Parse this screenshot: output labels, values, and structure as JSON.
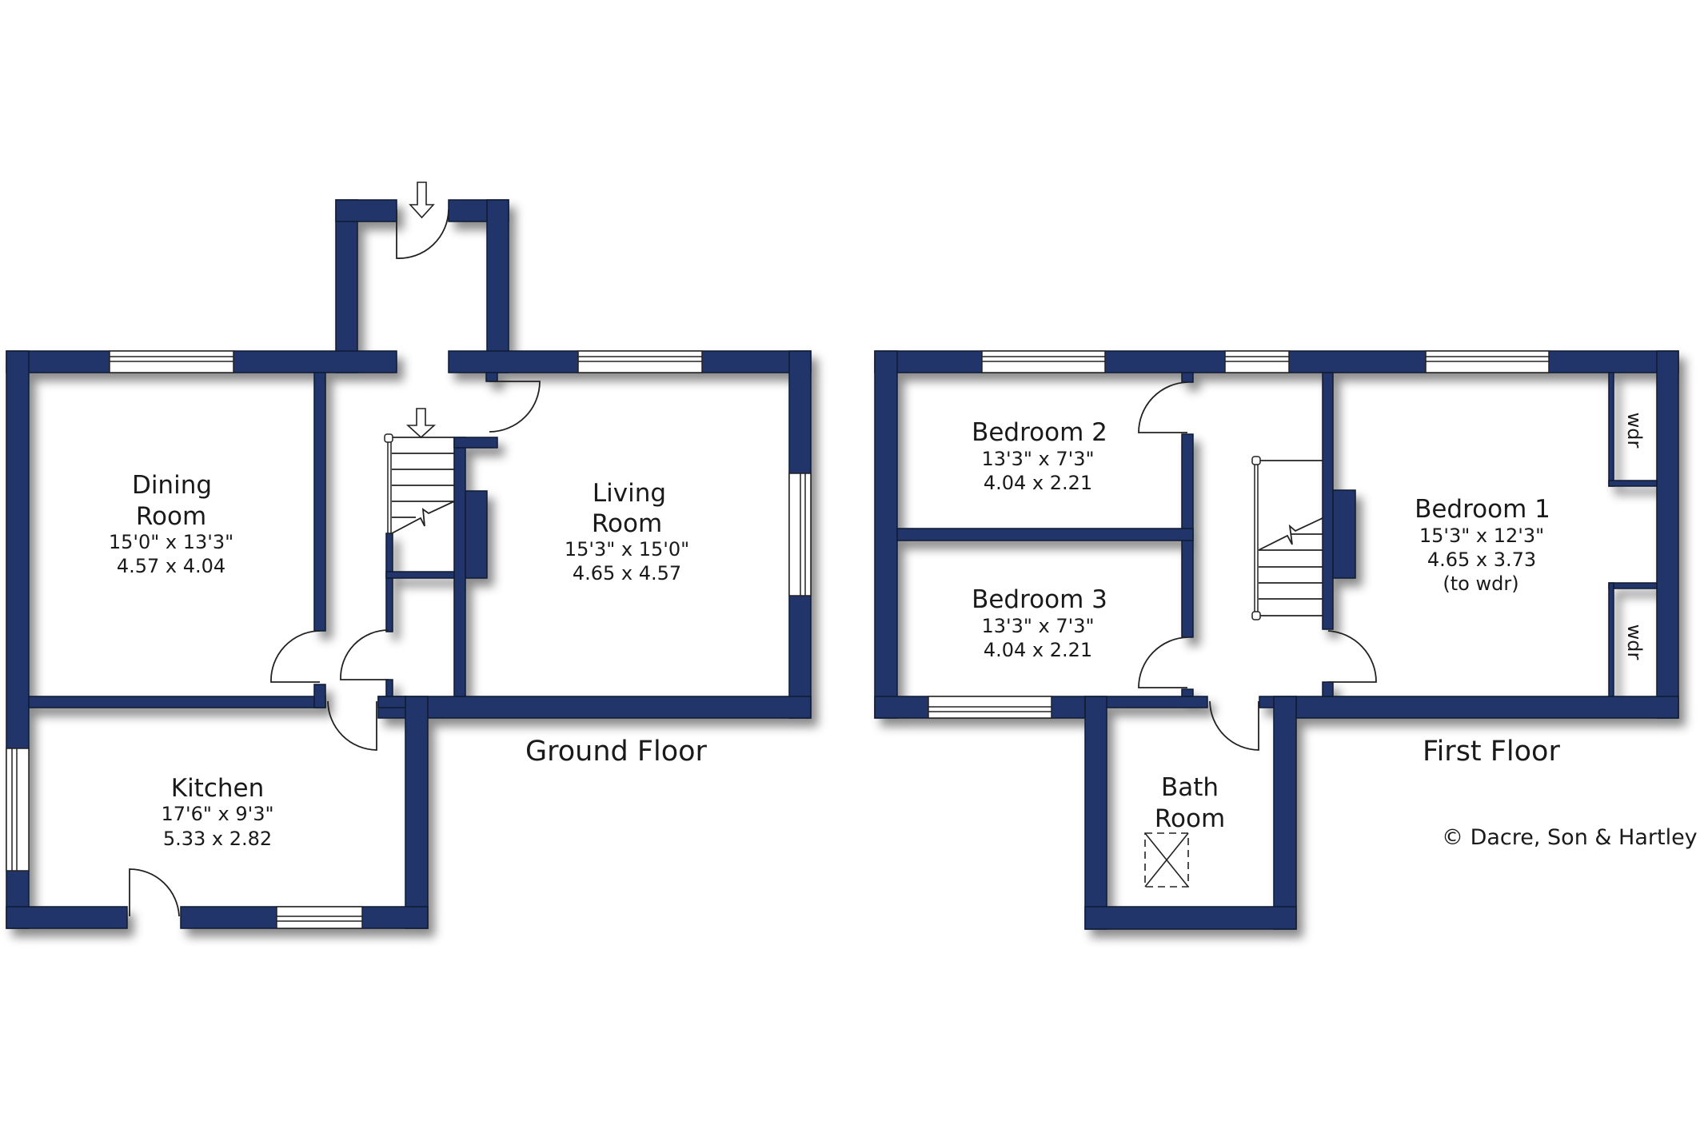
{
  "floorplan": {
    "wall_color": "#23346a",
    "ground_floor": {
      "label": "Ground Floor",
      "rooms": [
        {
          "name_line1": "Dining",
          "name_line2": "Room",
          "imperial": "15'0\"  x  13'3\"",
          "metric": "4.57  x  4.04"
        },
        {
          "name_line1": "Living",
          "name_line2": "Room",
          "imperial": "15'3\"  x  15'0\"",
          "metric": "4.65  x  4.57"
        },
        {
          "name_line1": "Kitchen",
          "imperial": "17'6\"  x   9'3\"",
          "metric": "5.33  x  2.82"
        }
      ]
    },
    "first_floor": {
      "label": "First Floor",
      "rooms": [
        {
          "name_line1": "Bedroom 2",
          "imperial": "13'3\"  x   7'3\"",
          "metric": "4.04  x  2.21"
        },
        {
          "name_line1": "Bedroom 3",
          "imperial": "13'3\"  x   7'3\"",
          "metric": "4.04  x  2.21"
        },
        {
          "name_line1": "Bedroom 1",
          "imperial": "15'3\"  x  12'3\"",
          "metric": "4.65  x  3.73",
          "note": "(to wdr)"
        },
        {
          "name_line1": "Bath",
          "name_line2": "Room"
        }
      ],
      "wardrobe_label": "wdr"
    },
    "copyright": "© Dacre, Son & Hartley"
  }
}
